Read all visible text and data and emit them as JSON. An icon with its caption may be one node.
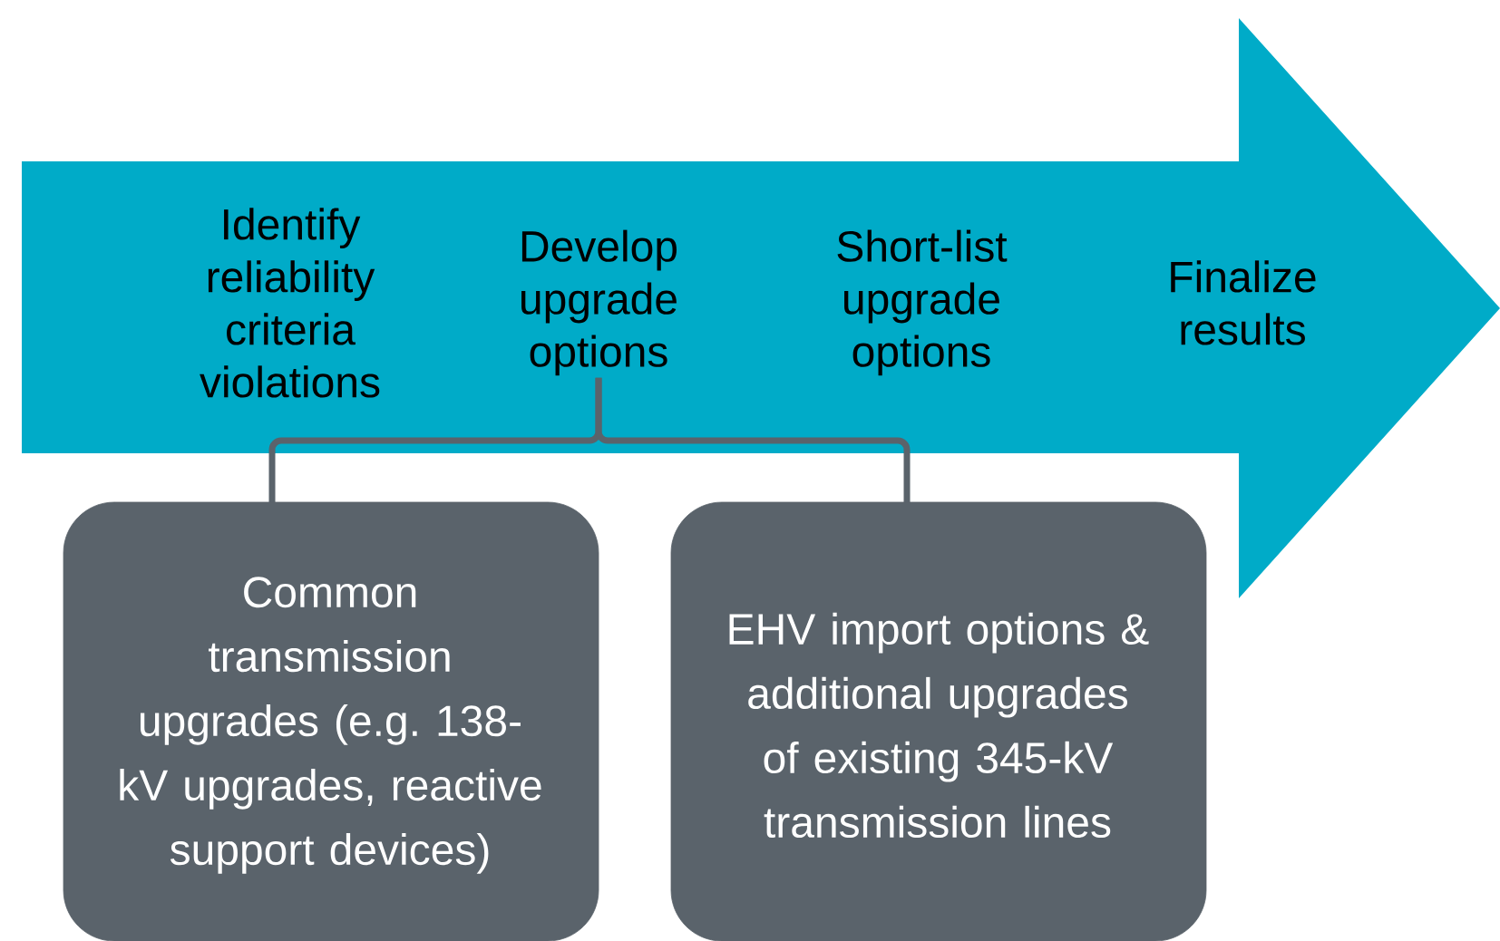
{
  "diagram": {
    "nodes": [
      {
        "text": [],
        "shape": "arrow"
      },
      {
        "text": [
          "Identify reliability criteria violations"
        ],
        "in": 0
      },
      {
        "text": [
          "Develop upgrade options"
        ],
        "in": 0
      },
      {
        "text": [
          "Short-list upgrade options"
        ],
        "in": 0
      },
      {
        "text": [
          "Finalize results"
        ],
        "in": 0
      },
      {
        "text": [
          "Common transmission upgrades (e.g. 138-kV upgrades, reactive support devices)"
        ]
      },
      {
        "text": [
          "EHV import options & additional upgrades of existing 345-kV transmission lines"
        ]
      }
    ],
    "edges": [
      {
        "from": 2,
        "to": 5,
        "arrow": "none"
      },
      {
        "from": 2,
        "to": 6,
        "arrow": "none"
      }
    ]
  }
}
